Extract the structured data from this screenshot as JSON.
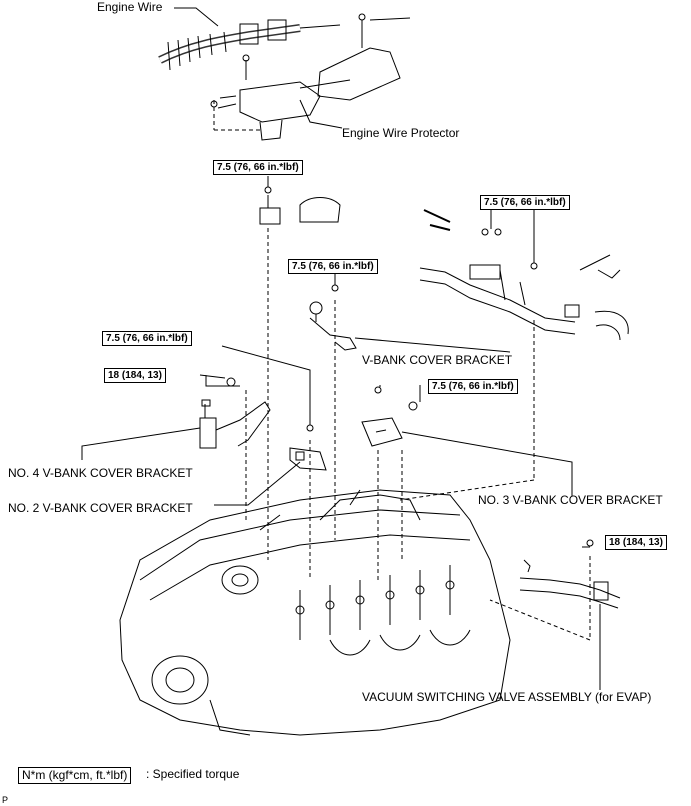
{
  "labels": {
    "engine_wire": "Engine Wire",
    "engine_wire_protector": "Engine Wire Protector",
    "v_bank_cover_bracket": "V-BANK COVER BRACKET",
    "no4_bracket": "NO. 4 V-BANK COVER BRACKET",
    "no2_bracket": "NO. 2 V-BANK COVER BRACKET",
    "no3_bracket": "NO. 3 V-BANK COVER BRACKET",
    "vsv_evap": "VACUUM SWITCHING VALVE ASSEMBLY (for EVAP)"
  },
  "torques": {
    "t1": "7.5 (76, 66 in.*lbf)",
    "t2": "7.5 (76, 66 in.*lbf)",
    "t3": "7.5 (76, 66 in.*lbf)",
    "t4": "7.5 (76, 66 in.*lbf)",
    "t5": "7.5 (76, 66 in.*lbf)",
    "t6": "18 (184, 13)",
    "t7": "18 (184, 13)"
  },
  "legend": {
    "box": "N*m (kgf*cm, ft.*lbf)",
    "text": ": Specified torque"
  },
  "footer": "P"
}
